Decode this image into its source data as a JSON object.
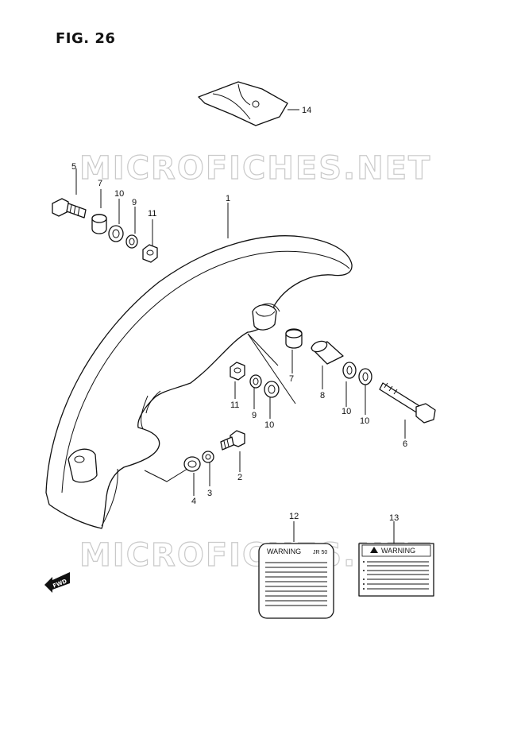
{
  "figure": {
    "title": "FIG. 26",
    "watermark": "MICROFICHES.NET"
  },
  "callouts": [
    {
      "id": "c1",
      "label": "1"
    },
    {
      "id": "c2",
      "label": "2"
    },
    {
      "id": "c3",
      "label": "3"
    },
    {
      "id": "c4",
      "label": "4"
    },
    {
      "id": "c5",
      "label": "5"
    },
    {
      "id": "c6",
      "label": "6"
    },
    {
      "id": "c7a",
      "label": "7"
    },
    {
      "id": "c7b",
      "label": "7"
    },
    {
      "id": "c8",
      "label": "8"
    },
    {
      "id": "c9a",
      "label": "9"
    },
    {
      "id": "c9b",
      "label": "9"
    },
    {
      "id": "c10a",
      "label": "10"
    },
    {
      "id": "c10b",
      "label": "10"
    },
    {
      "id": "c10c",
      "label": "10"
    },
    {
      "id": "c10d",
      "label": "10"
    },
    {
      "id": "c11a",
      "label": "11"
    },
    {
      "id": "c11b",
      "label": "11"
    },
    {
      "id": "c12",
      "label": "12"
    },
    {
      "id": "c13",
      "label": "13"
    },
    {
      "id": "c14",
      "label": "14"
    }
  ],
  "labels": {
    "warning_12": "WARNING",
    "warning_12_code": "JR 50",
    "warning_13": "WARNING",
    "fwd": "FWD"
  },
  "colors": {
    "line": "#111111",
    "watermark": "#c9c9c9"
  }
}
